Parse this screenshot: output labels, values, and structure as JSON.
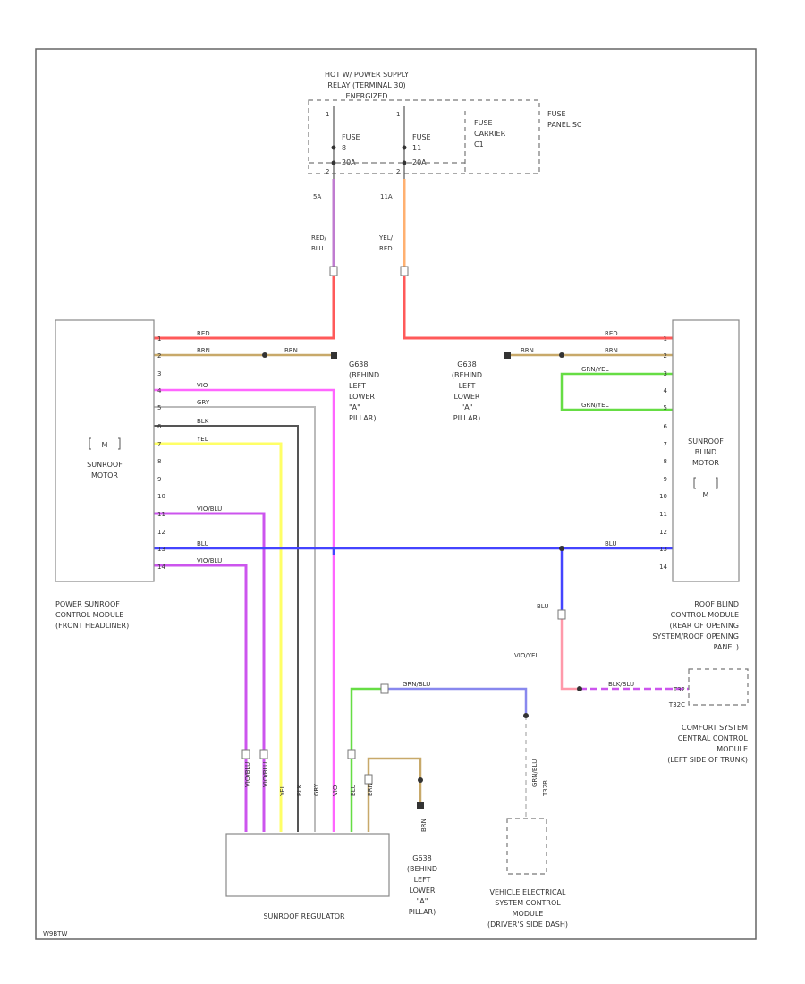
{
  "colors": {
    "red": "#ff5a5a",
    "brn": "#c8a96a",
    "vio": "#ff66ff",
    "gry": "#bbbbbb",
    "blk": "#555555",
    "yel": "#ffff66",
    "blu": "#4444ff",
    "grn": "#66dd44",
    "redblu": "#c07cd0",
    "yelred": "#ffb070",
    "pink": "#ff99aa"
  },
  "diagram_id": "W9BTW",
  "components": {
    "relay": {
      "label": [
        "HOT W/ POWER SUPPLY",
        "RELAY (TERMINAL 30)",
        "ENERGIZED"
      ]
    },
    "fuse_panel": {
      "label": [
        "FUSE",
        "PANEL SC"
      ]
    },
    "fuse_a": {
      "label": [
        "FUSE",
        "8",
        "20A"
      ],
      "top_pin": "1",
      "bot_pin": "2"
    },
    "fuse_b": {
      "label": [
        "FUSE",
        "11",
        "20A"
      ],
      "top_pin": "1",
      "bot_pin": "2"
    },
    "fuse_carrier": {
      "label": [
        "FUSE",
        "CARRIER",
        "C1"
      ]
    },
    "sunroof_motor_module": {
      "inner": [
        "SUNROOF",
        "MOTOR"
      ],
      "symbol": "M",
      "label": [
        "POWER SUNROOF",
        "CONTROL MODULE",
        "(FRONT HEADLINER)"
      ],
      "pins": [
        "1",
        "2",
        "3",
        "4",
        "5",
        "6",
        "7",
        "8",
        "9",
        "10",
        "11",
        "12",
        "13",
        "14"
      ]
    },
    "blind_motor_module": {
      "inner": [
        "SUNROOF",
        "BLIND",
        "MOTOR"
      ],
      "symbol": "M",
      "label": [
        "ROOF BLIND",
        "CONTROL MODULE",
        "(REAR OF OPENING",
        "SYSTEM/ROOF OPENING",
        "PANEL)"
      ],
      "pins": [
        "1",
        "2",
        "3",
        "4",
        "5",
        "6",
        "7",
        "8",
        "9",
        "10",
        "11",
        "12",
        "13",
        "14"
      ]
    },
    "ground_left": {
      "label": [
        "G638",
        "(BEHIND",
        "LEFT",
        "LOWER",
        "\"A\"",
        "PILLAR)"
      ]
    },
    "ground_center": {
      "label": [
        "G638",
        "(BEHIND",
        "LEFT",
        "LOWER",
        "\"A\"",
        "PILLAR)"
      ]
    },
    "ground_bottom": {
      "label": [
        "G638",
        "(BEHIND",
        "LEFT",
        "LOWER",
        "\"A\"",
        "PILLAR)"
      ]
    },
    "comfort_module": {
      "label": [
        "COMFORT SYSTEM",
        "CENTRAL CONTROL",
        "MODULE",
        "(LEFT SIDE OF TRUNK)"
      ],
      "conn_top": "T32",
      "conn_bot": "T32C"
    },
    "vehicle_module": {
      "label": [
        "VEHICLE ELECTRICAL",
        "SYSTEM CONTROL",
        "MODULE",
        "(DRIVER'S SIDE DASH)"
      ],
      "conn": "T32B"
    },
    "sunroof_regulator": {
      "label": "SUNROOF REGULATOR"
    }
  },
  "wires": {
    "w_a": "5A",
    "w_b": "11A",
    "red_blu": [
      "RED/",
      "BLU"
    ],
    "yel_red": [
      "YEL/",
      "RED"
    ],
    "red": "RED",
    "brn": "BRN",
    "vio": "VIO",
    "gry": "GRY",
    "blk": "BLK",
    "yel": "YEL",
    "vio_blu": "VIO/BLU",
    "blu": "BLU",
    "grn_yel": "GRN/YEL",
    "grn_blu": "GRN/BLU",
    "vio_yel": "VIO/YEL",
    "blk_blu": "BLK/BLU",
    "grn_blu_v": "GRN/BLU"
  }
}
